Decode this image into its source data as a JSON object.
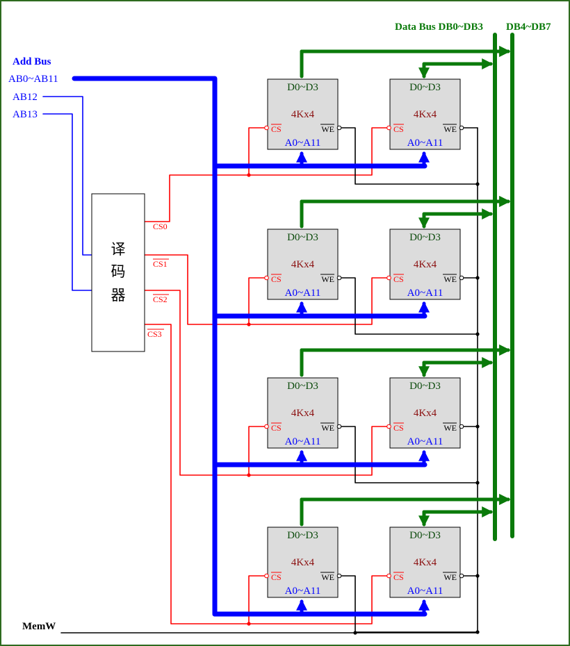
{
  "labels": {
    "add_bus": "Add Bus",
    "ab0_ab11": "AB0~AB11",
    "ab12": "AB12",
    "ab13": "AB13",
    "data_bus_low": "Data Bus DB0~DB3",
    "data_bus_high": "DB4~DB7",
    "memw": "MemW"
  },
  "decoder": {
    "chars": [
      "译",
      "码",
      "器"
    ],
    "outputs": [
      "CS0",
      "CS1",
      "CS2",
      "CS3"
    ]
  },
  "chip": {
    "data_pins": "D0~D3",
    "size": "4Kx4",
    "cs_pin": "CS",
    "we_pin": "WE",
    "addr_pins": "A0~A11"
  },
  "colors": {
    "frame": "#2e6b1f",
    "address_bus": "#0000ff",
    "data_bus": "#0a7a0a",
    "chip_select": "#ff0000",
    "write_line": "#000000",
    "chip_fill": "#dcdcdc",
    "chip_data_text": "#0b4a0b",
    "chip_size_text": "#8b1010"
  }
}
